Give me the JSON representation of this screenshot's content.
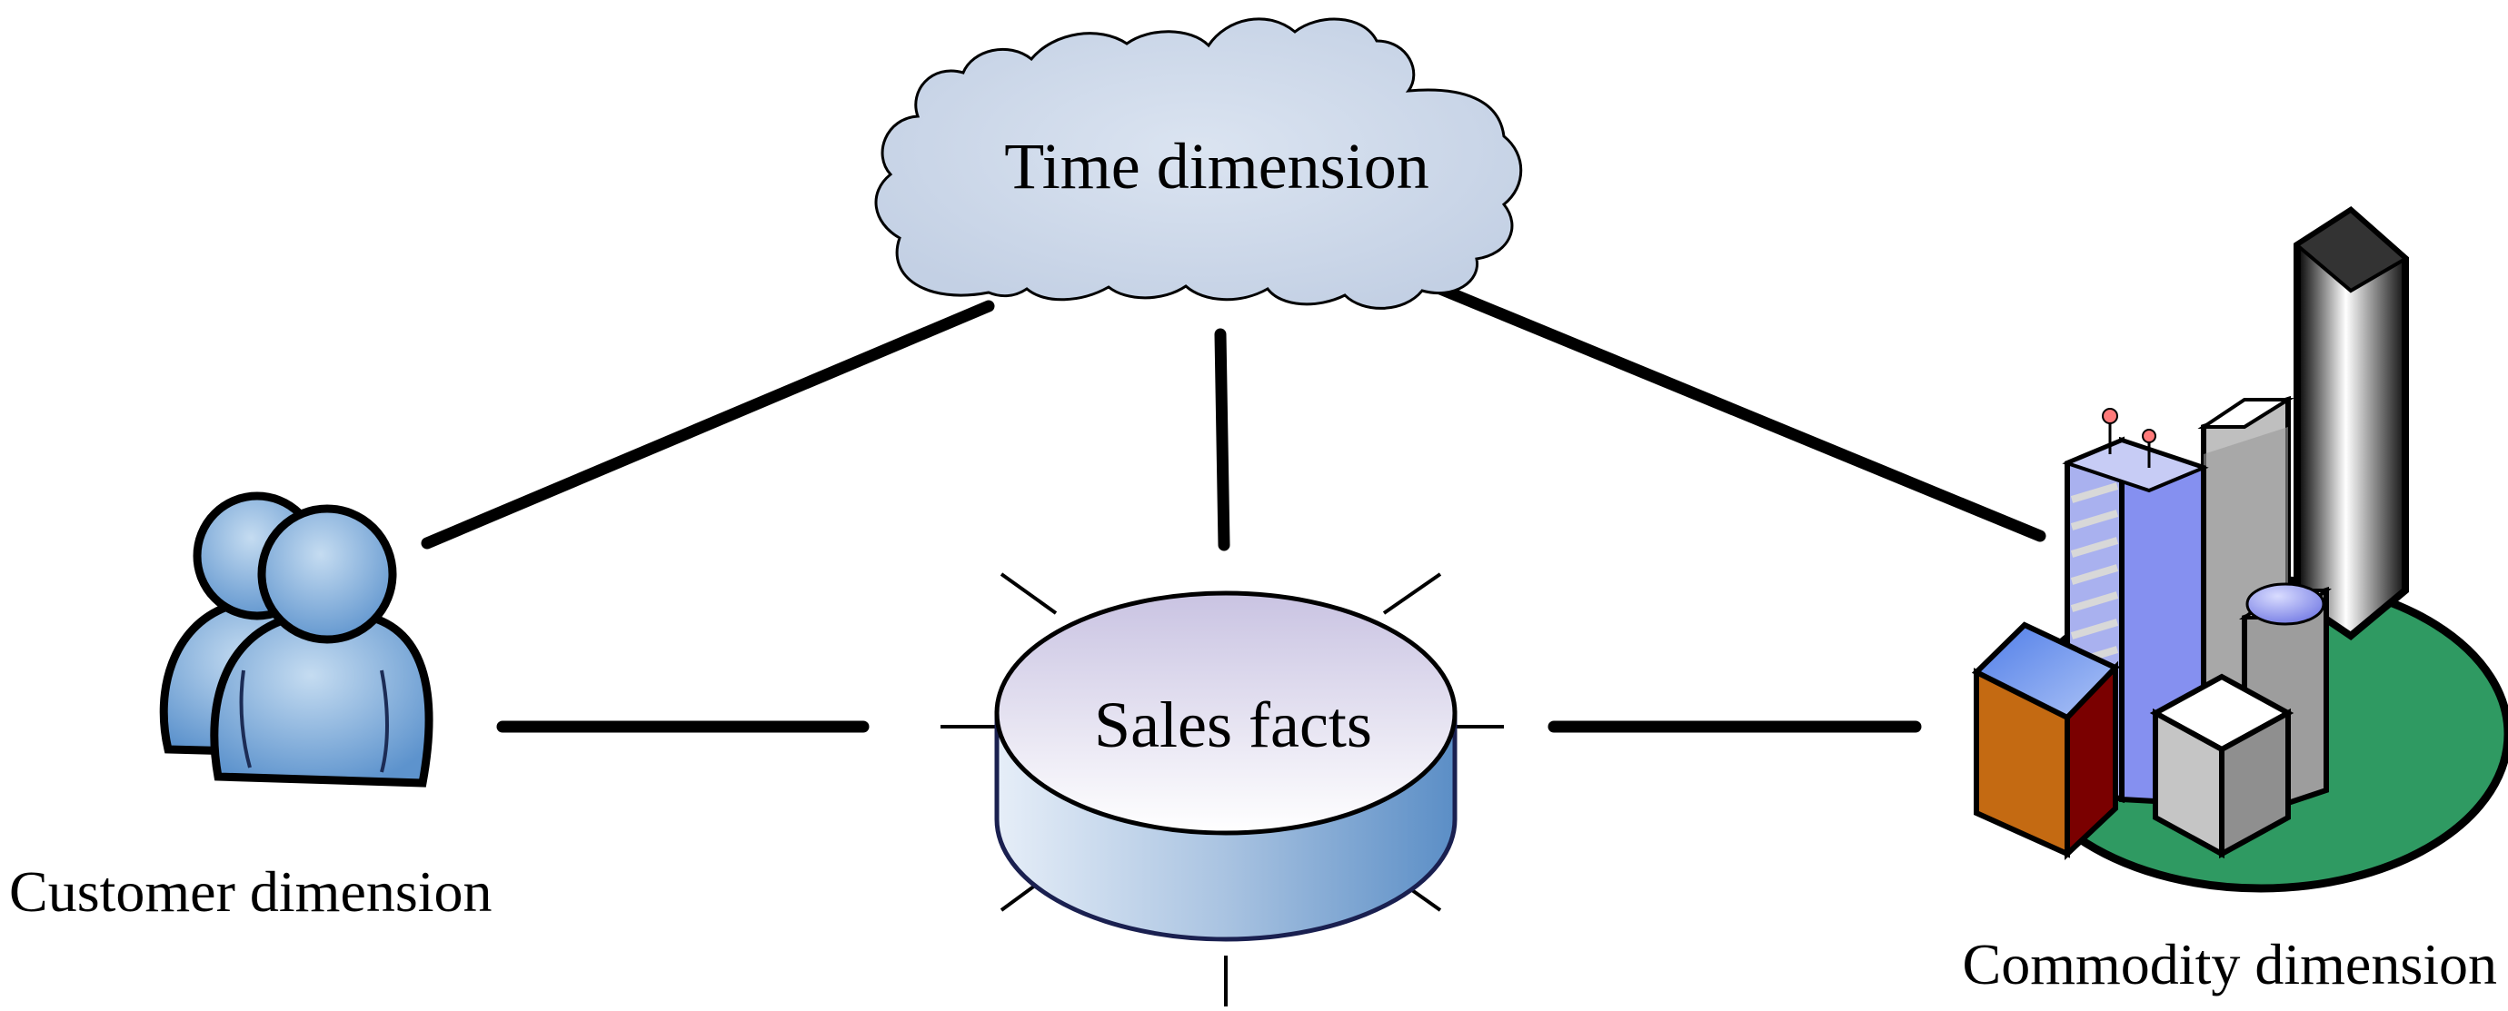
{
  "nodes": {
    "time": {
      "label": "Time dimension",
      "icon": "cloud-icon",
      "color": "#c6d3e6"
    },
    "fact": {
      "label": "Sales facts",
      "icon": "database-cylinder-icon",
      "color": "#6f9dcd"
    },
    "customer": {
      "label": "Customer dimension",
      "icon": "users-icon",
      "color": "#6f9fd2"
    },
    "commodity": {
      "label": "Commodity dimension",
      "icon": "city-buildings-icon",
      "color": "#2f9a62"
    }
  },
  "edges": [
    {
      "from": "time",
      "to": "customer"
    },
    {
      "from": "time",
      "to": "fact"
    },
    {
      "from": "time",
      "to": "commodity"
    },
    {
      "from": "customer",
      "to": "fact"
    },
    {
      "from": "fact",
      "to": "commodity"
    }
  ]
}
